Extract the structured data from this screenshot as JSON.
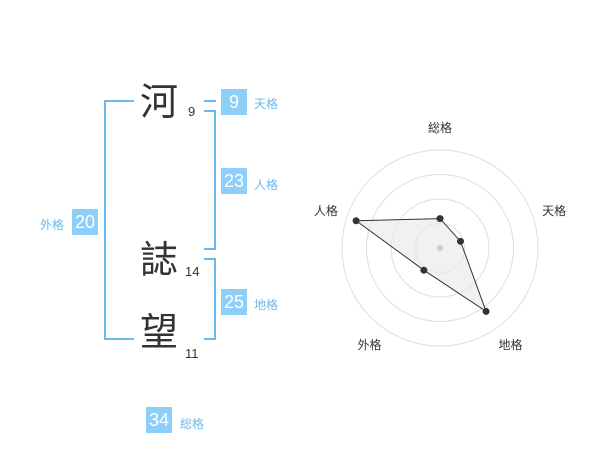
{
  "name": {
    "characters": [
      {
        "char": "河",
        "strokes": "9"
      },
      {
        "char": "誌",
        "strokes": "14"
      },
      {
        "char": "望",
        "strokes": "11"
      }
    ]
  },
  "kakusu": {
    "tenkaku": {
      "value": "9",
      "label": "天格"
    },
    "jinkaku": {
      "value": "23",
      "label": "人格"
    },
    "chikaku": {
      "value": "25",
      "label": "地格"
    },
    "gaikaku": {
      "value": "20",
      "label": "外格"
    },
    "soukaku": {
      "value": "34",
      "label": "総格"
    }
  },
  "accent_color": "#6bb9ec",
  "box_color": "#8dcff8",
  "chart_data": {
    "type": "radar",
    "axes": [
      "総格",
      "天格",
      "地格",
      "外格",
      "人格"
    ],
    "values": [
      0.3,
      0.22,
      0.8,
      0.28,
      0.9
    ],
    "rings": 4
  }
}
